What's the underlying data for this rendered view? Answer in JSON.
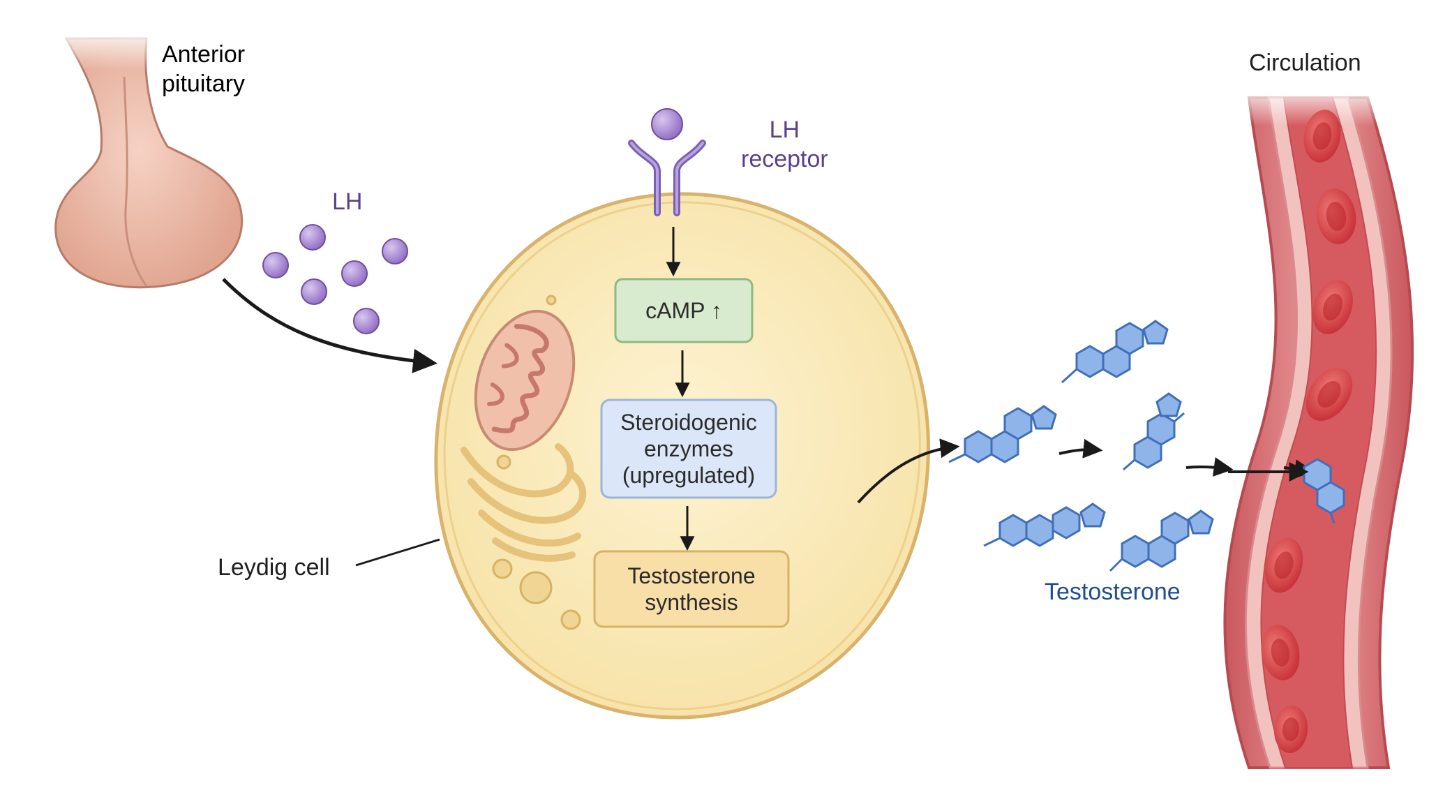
{
  "labels": {
    "pituitary": "Anterior\npituitary",
    "lh": "LH",
    "receptor": "LH\nreceptor",
    "circulation": "Circulation",
    "leydig": "Leydig cell",
    "testosterone": "Testosterone"
  },
  "steps": {
    "camp": "cAMP ↑",
    "enzymes": "Steroidogenic\nenzymes\n(upregulated)",
    "synthesis": "Testosterone\nsynthesis"
  },
  "colors": {
    "lh": "#5b3f8c",
    "testosterone": "#1f4e8c",
    "text": "#1f1f1f",
    "camp_fill": "#d8ebcf",
    "enzymes_fill": "#dbe7f8",
    "synthesis_fill": "#f8dfa8"
  }
}
